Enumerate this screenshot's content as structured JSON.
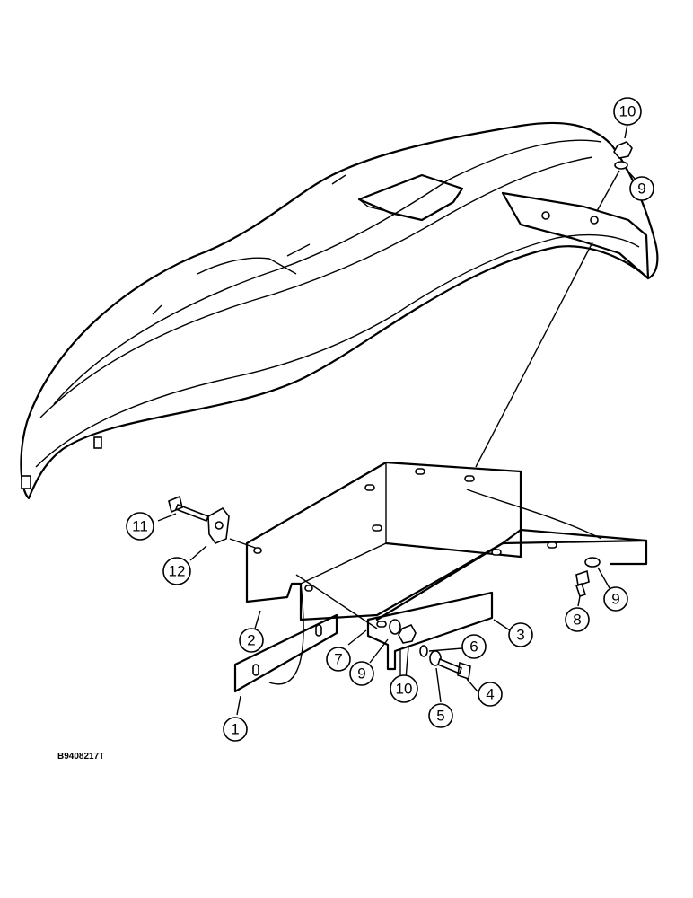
{
  "figure_code": "B9408217T",
  "callouts": [
    {
      "id": "c1",
      "label": "1"
    },
    {
      "id": "c2",
      "label": "2"
    },
    {
      "id": "c3",
      "label": "3"
    },
    {
      "id": "c4",
      "label": "4"
    },
    {
      "id": "c5",
      "label": "5"
    },
    {
      "id": "c6",
      "label": "6"
    },
    {
      "id": "c7",
      "label": "7"
    },
    {
      "id": "c8",
      "label": "8"
    },
    {
      "id": "c9a",
      "label": "9"
    },
    {
      "id": "c9b",
      "label": "9"
    },
    {
      "id": "c9c",
      "label": "9"
    },
    {
      "id": "c10a",
      "label": "10"
    },
    {
      "id": "c10b",
      "label": "10"
    },
    {
      "id": "c11",
      "label": "11"
    },
    {
      "id": "c12",
      "label": "12"
    }
  ]
}
